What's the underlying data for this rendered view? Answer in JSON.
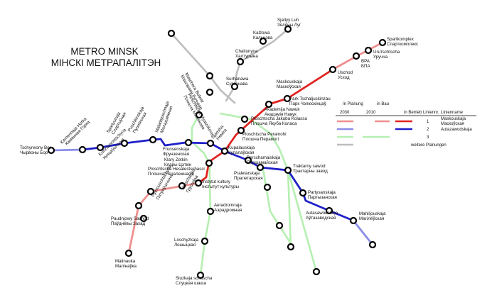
{
  "title": {
    "line1": "METRO MINSK",
    "line2": "МІНСКІ МЕТРАПАЛІТЭН"
  },
  "colors": {
    "red": "#e0231f",
    "blue": "#1f1fc8",
    "green": "#b5efb1",
    "gray": "#bdbdbd",
    "light_red": "#ef8f8f",
    "light_blue": "#8a8ee8"
  },
  "legend": {
    "headers": {
      "planning": "In Planung",
      "construction": "in Bau",
      "operation": "in Betrieb",
      "line_no": "Liniennr.",
      "line_name": "Linienname"
    },
    "years": {
      "y2030": "2030",
      "y2010": "2010"
    },
    "rows": [
      {
        "number": "1",
        "name1": "Maskouskaja",
        "name2": "Маскоўская"
      },
      {
        "number": "2",
        "name1": "Autazawodskaja",
        "name2": "Аўтазаводская"
      },
      {
        "number": "3",
        "name1": "",
        "name2": ""
      },
      {
        "number": "",
        "name1": "weitere Planungen",
        "name2": ""
      }
    ]
  },
  "stations": {
    "sportkomplex": [
      "Spartkomplex",
      "Спарткомплекс"
    ],
    "uruchcha": [
      "Uruтschtscha",
      "Уручча"
    ],
    "bpa": [
      "BPA",
      "БПА"
    ],
    "uschod": [
      "Uschod",
      "Усход"
    ],
    "park": [
      "Park Tschaljuskinzau",
      "Парк Чэлюскінцаў"
    ],
    "maskouskaja": [
      "Maskouskaja",
      "Маскоўская"
    ],
    "akademija": [
      "Akademija Nawuk",
      "Акадэмія Навук"
    ],
    "kolasa": [
      "Ploschtscha Jakuba Kolassa",
      "Плошча Якуба Коласа"
    ],
    "peramohi": [
      "Ploschtscha Peramohi",
      "Плошча Перамогі"
    ],
    "kastrychnickaja": [
      "Kastrytschnizkaja",
      "Кастрычніцкая"
    ],
    "kupalauskaja": [
      "Kupalauskaja",
      "Купалаўская"
    ],
    "perscha": [
      "Perschamaiskaja",
      "Першамайская"
    ],
    "praletarskaja": [
      "Praletarskaja",
      "Пралетарская"
    ],
    "traktarny": [
      "Traktarny sawod",
      "Трактарны завод"
    ],
    "partyzanskaja": [
      "Partysanskaja",
      "Партызанская"
    ],
    "autazawodskaja": [
      "Autasawodskaja",
      "Аўтазаводская"
    ],
    "mahileuskaja": [
      "Mahiljouskaja",
      "Магілёўская"
    ],
    "niamiha": [
      "Njamiha",
      "Няміга"
    ],
    "frunzenskaja": [
      "Frunsenskaja",
      "Фрунзенская"
    ],
    "malinauka": [
      "Malinauka",
      "Малінаўка"
    ],
    "paudnevy": [
      "Paudnjowy Sachod",
      "Паўднёвы Захад"
    ],
    "piatrouschyna": [
      "Pjatrouschtschyna",
      "Пятроўшчына"
    ],
    "mihalova": [
      "Michalowa",
      "Міхалова"
    ],
    "hrushauka": [
      "Hruschauka",
      "Грушаўка"
    ],
    "instytut": [
      "Instytut kultury",
      "Інстытут культуры"
    ],
    "niezalezhnasci": [
      "Ploschtscha Hesalestschasci",
      "Плошча Незалежнасці"
    ],
    "klary": [
      "Klary Zetkin",
      "Клары Цэткін"
    ],
    "aeradromnaja": [
      "Aeradromnaja",
      "Аэрадромная"
    ],
    "loshytskaja": [
      "Loschyzkaja",
      "Лошыцкая"
    ],
    "sluckaja": [
      "Sluzkaja schascha",
      "Слуцкая шаша"
    ],
    "tschyrvony": [
      "Tschyrwony Bor",
      "Чырвоны Бор"
    ],
    "kamiennaja": [
      "Kamennaja Horka",
      "Каменная Горка"
    ],
    "kuntsaushchyna": [
      "Kunzauschtschyna",
      "Кунцаўшчына"
    ],
    "spartyunaja": [
      "Spartyunaja",
      "Спартыўная"
    ],
    "pushkinskaja": [
      "Puschkinskaja",
      "Пушкінская"
    ],
    "maladziozhnaja": [
      "Maladsjoschnaja",
      "Маладзёжная"
    ],
    "vakzalnaja": [
      "Ploschtscha Myasnikova",
      "Плошча Мяснікова"
    ],
    "vyzvalennia": [
      "Wysawalennja",
      "Вызвалення"
    ],
    "masherava": [
      "Maschera Bulwar",
      "Машэрава бульвар"
    ],
    "surhanava": [
      "Surhanawa",
      "Сурганава"
    ],
    "chaltunya": [
      "Chaltunyna",
      "Халтурына"
    ],
    "kalzowa": [
      "Kalzowa",
      "Кальцова"
    ],
    "svietly": [
      "Sjatlyy Luh",
      "Зялёны Луг"
    ]
  }
}
